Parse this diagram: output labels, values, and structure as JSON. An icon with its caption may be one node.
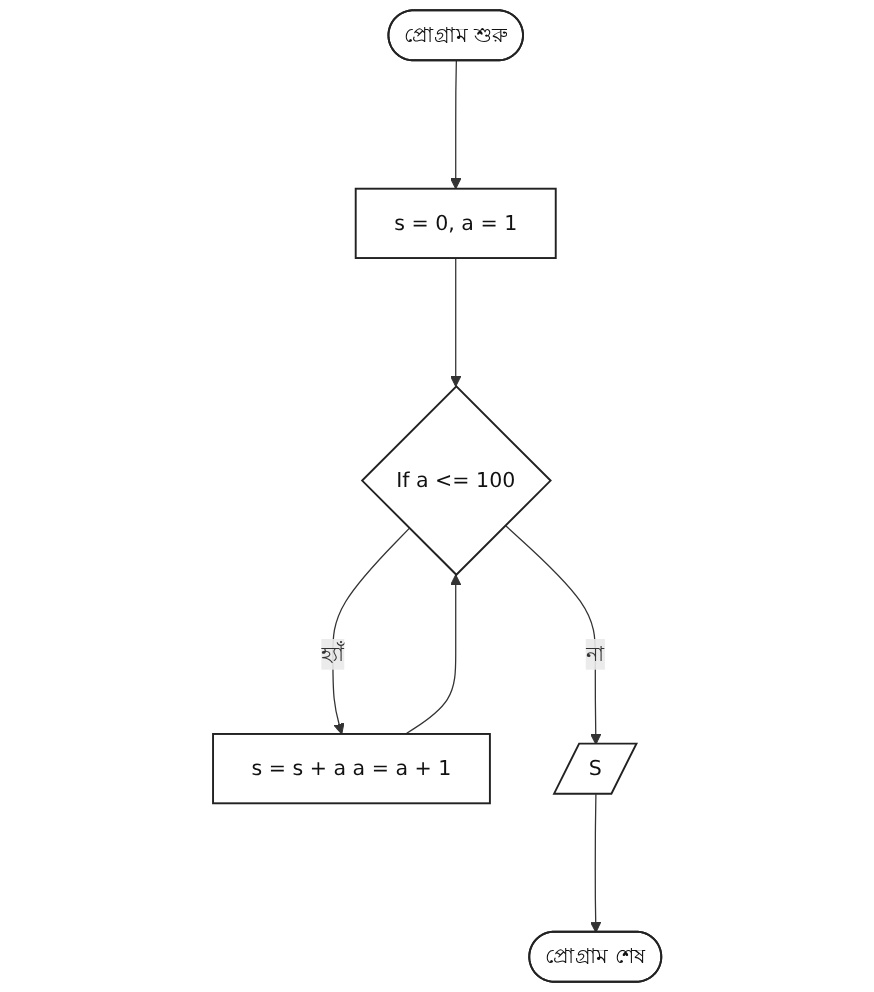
{
  "diagram": {
    "nodes": [
      {
        "text": [
          "প্রোগ্রাম শুরু"
        ]
      },
      {
        "text": [
          "s = 0, a = 1"
        ]
      },
      {
        "text": [
          "If a <= 100"
        ]
      },
      {
        "text": [
          "s = s + a a = a + 1"
        ]
      },
      {
        "text": [
          "S"
        ]
      },
      {
        "text": [
          "প্রোগ্রাম শেষ"
        ]
      }
    ],
    "edges": [
      {
        "from": 0,
        "to": 1,
        "arrow": "to"
      },
      {
        "from": 1,
        "to": 2,
        "arrow": "to"
      },
      {
        "from": 2,
        "to": 3,
        "arrow": "to",
        "label": "হ্যাঁ"
      },
      {
        "from": 3,
        "to": 2,
        "arrow": "to"
      },
      {
        "from": 2,
        "to": 4,
        "arrow": "to",
        "label": "না"
      },
      {
        "from": 4,
        "to": 5,
        "arrow": "to"
      }
    ]
  }
}
